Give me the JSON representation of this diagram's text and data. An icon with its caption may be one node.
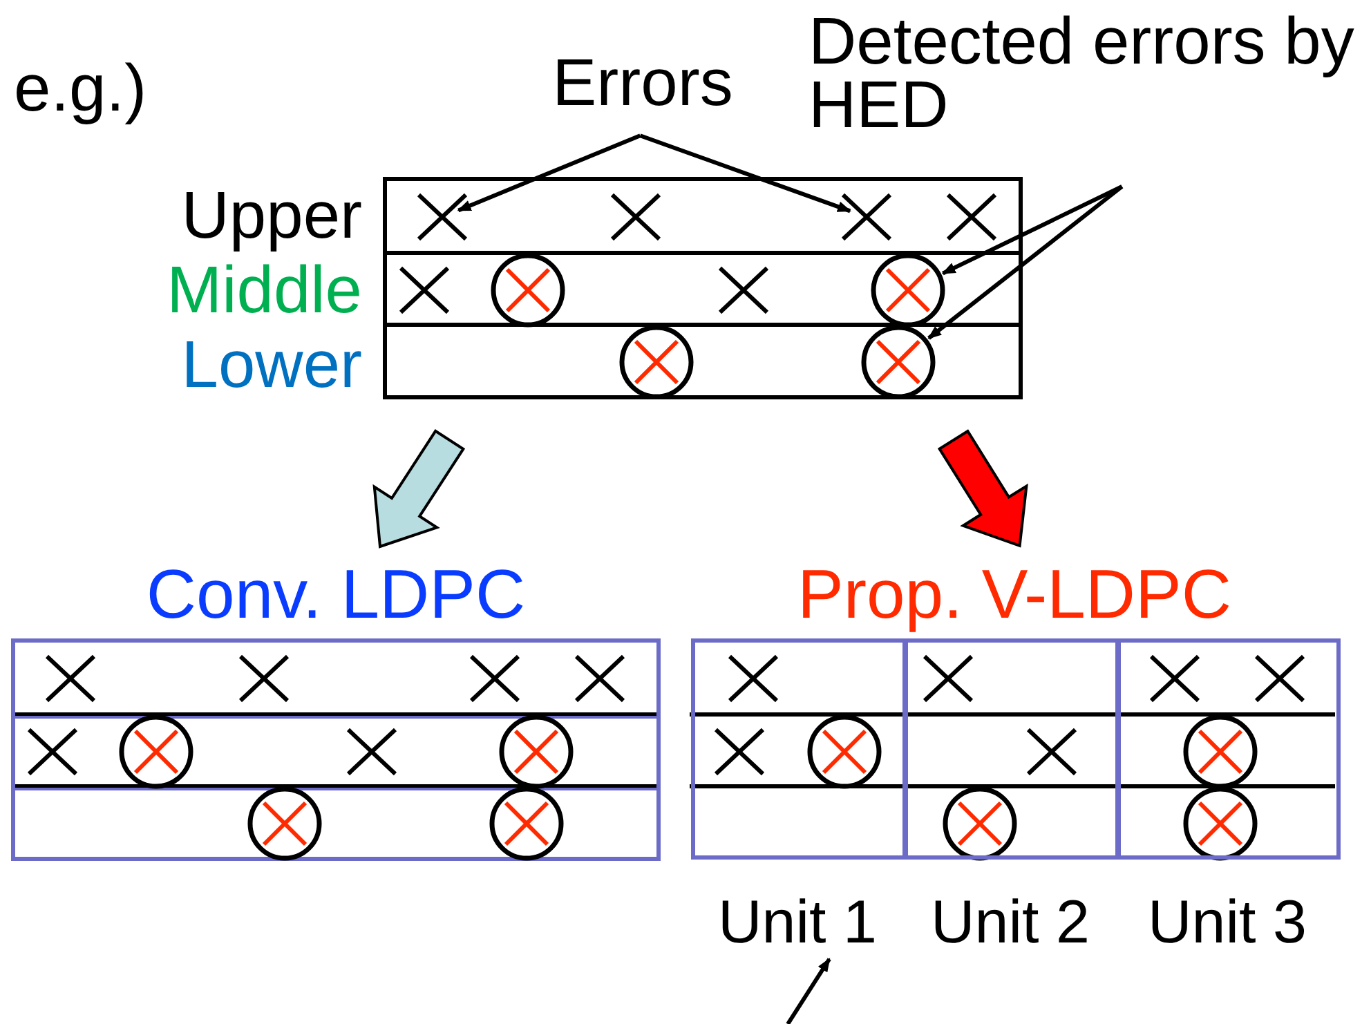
{
  "diagram": {
    "nodes": [
      {
        "text": [
          "Errors"
        ]
      },
      {
        "text": [
          "Detected errors by HED"
        ]
      },
      {
        "text": [],
        "shape": "box"
      },
      {
        "text": [],
        "shape": "cross",
        "in": 2
      },
      {
        "text": [],
        "shape": "cross",
        "in": 2
      },
      {
        "text": [],
        "shape": "circle",
        "in": 2
      },
      {
        "text": [],
        "shape": "circle",
        "in": 2
      },
      {
        "text": [],
        "shape": "circle",
        "in": 2
      },
      {
        "text": [],
        "shape": "circle",
        "in": 2
      },
      {
        "text": [
          "Conv. LDPC"
        ]
      },
      {
        "text": [
          "Prop. V-LDPC"
        ]
      },
      {
        "text": [
          "Unit 1"
        ],
        "in": 10
      },
      {
        "text": [
          "Unit 2"
        ],
        "in": 10
      },
      {
        "text": [
          "Unit 3"
        ],
        "in": 10
      }
    ],
    "edges": [
      {
        "from": 0,
        "to": 3,
        "arrow": "to"
      },
      {
        "from": 0,
        "to": 4,
        "arrow": "to"
      },
      {
        "from": 1,
        "to": 6,
        "arrow": "to"
      },
      {
        "from": 1,
        "to": 8,
        "arrow": "to"
      },
      {
        "from": 2,
        "to": 9,
        "arrow": "to",
        "style": "thick",
        "color": "#b7dde0"
      },
      {
        "from": 2,
        "to": 10,
        "arrow": "to",
        "style": "thick",
        "color": "#ff0000"
      },
      {
        "from": null,
        "to": 11,
        "arrow": "to"
      }
    ],
    "labels": [
      "e.g.)",
      "Upper",
      "Middle",
      "Lower"
    ]
  }
}
